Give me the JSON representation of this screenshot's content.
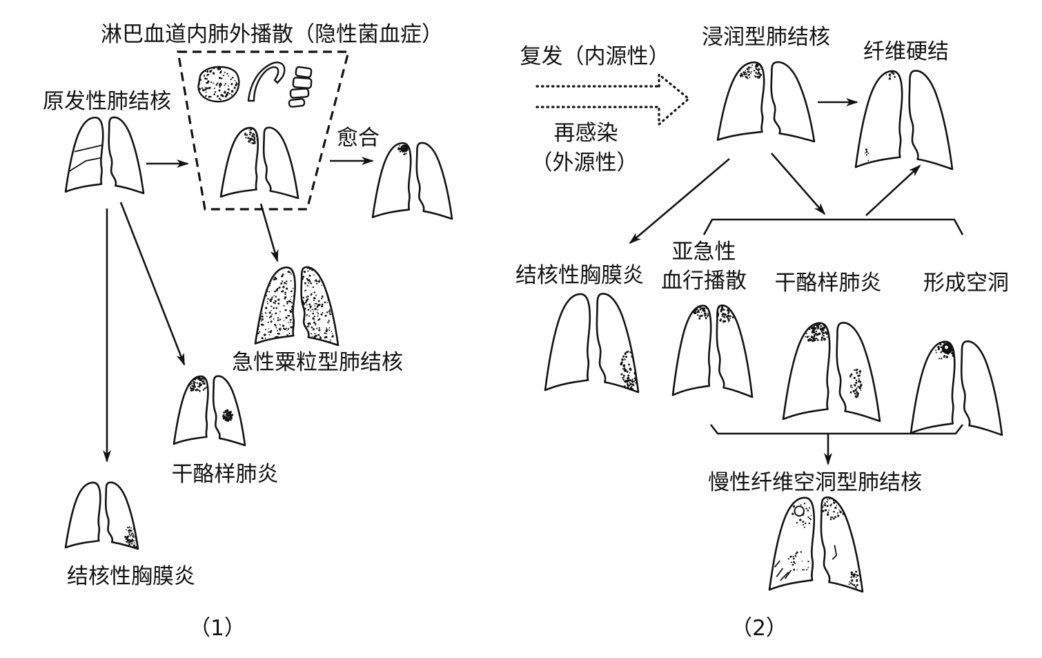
{
  "panel1": {
    "spread_label": "淋巴血道内肺外播散（隐性菌血症）",
    "primary_label": "原发性肺结核",
    "healed_label": "愈合",
    "miliary_label": "急性粟粒型肺结核",
    "caseous_label": "干酪样肺炎",
    "pleuritis_label": "结核性胸膜炎",
    "caption": "（1）"
  },
  "panel2": {
    "infiltrative_label": "浸润型肺结核",
    "fibrosis_label": "纤维硬结",
    "relapse_label": "复发（内源性）",
    "reinfection_label": "再感染",
    "exogenous_label": "（外源性）",
    "subacute_line1": "亚急性",
    "subacute_line2": "血行播散",
    "pleuritis_label": "结核性胸膜炎",
    "caseous_label": "干酪样肺炎",
    "cavity_label": "形成空洞",
    "chronic_label": "慢性纤维空洞型肺结核",
    "caption": "（2）"
  }
}
